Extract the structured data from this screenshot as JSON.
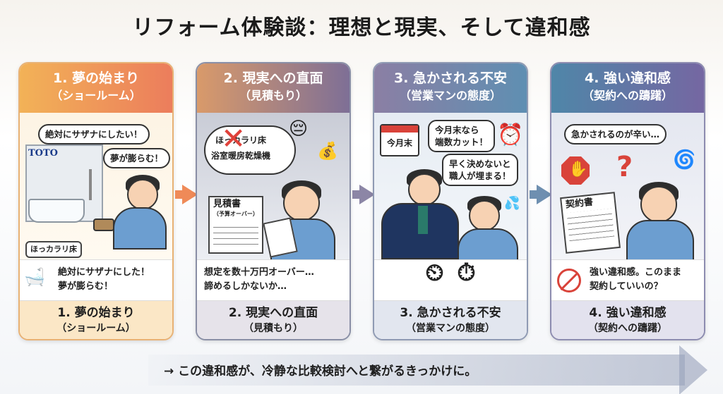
{
  "title": "リフォーム体験談：理想と現実、そして違和感",
  "panels": [
    {
      "header_line1": "1. 夢の始まり",
      "header_line2": "（ショールーム）",
      "bubbles": [
        "絶対にサザナにしたい！",
        "夢が膨らむ！"
      ],
      "labels": [
        "TOTO",
        "ほっカラリ床"
      ],
      "caption_line1": "絶対にサザナにした！",
      "caption_line2": "夢が膨らむ！",
      "footer_line1": "1. 夢の始まり",
      "footer_line2": "（ショールーム）"
    },
    {
      "header_line1": "2. 現実への直面",
      "header_line2": "（見積もり）",
      "bubbles": [
        "ほっカラリ床",
        "浴室暖房乾燥機"
      ],
      "labels": [
        "見積書",
        "（予算オーバー）"
      ],
      "caption_line1": "想定を数十万円オーバー…",
      "caption_line2": "諦めるしかないか…",
      "footer_line1": "2. 現実への直面",
      "footer_line2": "（見積もり）"
    },
    {
      "header_line1": "3. 急かされる不安",
      "header_line2": "（営業マンの態度）",
      "bubbles": [
        "今月末なら",
        "端数カット！",
        "早く決めないと",
        "職人が埋まる！"
      ],
      "labels": [
        "今月末"
      ],
      "caption_line1": "",
      "caption_line2": "",
      "footer_line1": "3. 急かされる不安",
      "footer_line2": "（営業マンの態度）"
    },
    {
      "header_line1": "4. 強い違和感",
      "header_line2": "（契約への躊躇）",
      "bubbles": [
        "急かされるのが辛い…"
      ],
      "labels": [
        "契約書"
      ],
      "caption_line1": "強い違和感。このまま",
      "caption_line2": "契約していいの？",
      "footer_line1": "4. 強い違和感",
      "footer_line2": "（契約への躊躇）"
    }
  ],
  "bottom_message": "→ この違和感が、冷静な比較検討へと繋がるきっかけに。",
  "colors": {
    "panel1_accent": "#ec7d5c",
    "panel2_accent": "#7e6f96",
    "panel3_accent": "#5f8fb2",
    "panel4_accent": "#7567a2"
  }
}
